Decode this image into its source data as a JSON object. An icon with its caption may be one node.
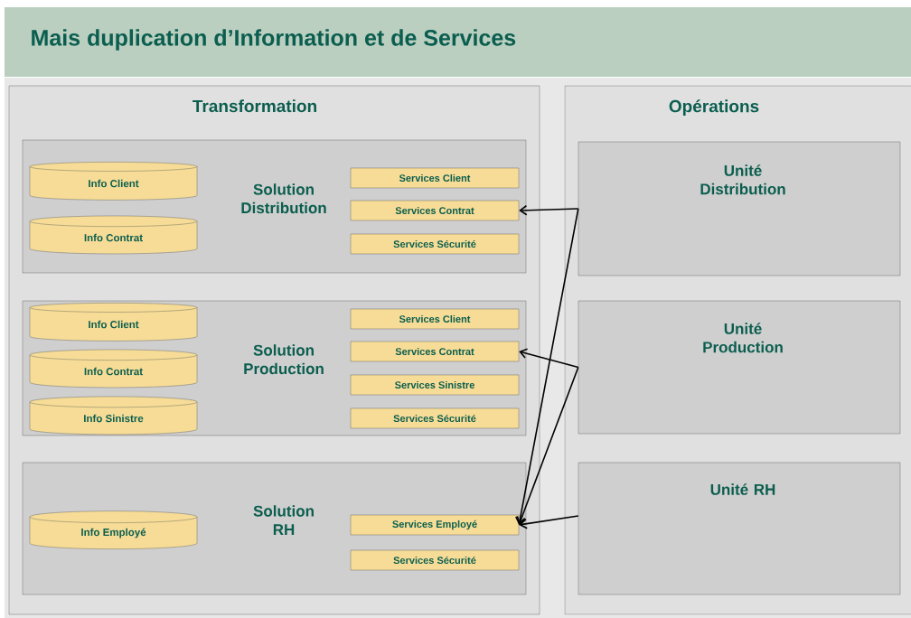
{
  "diagram": {
    "title": "Mais duplication d’Information et de Services",
    "nodes": [
      {
        "text": [
          "Transformation"
        ]
      },
      {
        "text": [
          "Solution Distribution"
        ],
        "in": 0
      },
      {
        "text": [
          "Info Client"
        ],
        "in": 1
      },
      {
        "text": [
          "Info Contrat"
        ],
        "in": 1
      },
      {
        "text": [
          "Services Client"
        ],
        "in": 1
      },
      {
        "text": [
          "Services Contrat"
        ],
        "in": 1
      },
      {
        "text": [
          "Services Sécurité"
        ],
        "in": 1
      },
      {
        "text": [
          "Solution Production"
        ],
        "in": 0
      },
      {
        "text": [
          "Info Client"
        ],
        "in": 7
      },
      {
        "text": [
          "Info Contrat"
        ],
        "in": 7
      },
      {
        "text": [
          "Info Sinistre"
        ],
        "in": 7
      },
      {
        "text": [
          "Services Client"
        ],
        "in": 7
      },
      {
        "text": [
          "Services Contrat"
        ],
        "in": 7
      },
      {
        "text": [
          "Services Sinistre"
        ],
        "in": 7
      },
      {
        "text": [
          "Services Sécurité"
        ],
        "in": 7
      },
      {
        "text": [
          "Solution RH"
        ],
        "in": 0
      },
      {
        "text": [
          "Info Employé"
        ],
        "in": 15
      },
      {
        "text": [
          "Services Employé"
        ],
        "in": 15
      },
      {
        "text": [
          "Services Sécurité"
        ],
        "in": 15
      },
      {
        "text": [
          "Opérations"
        ]
      },
      {
        "text": [
          "Unité Distribution"
        ],
        "in": 19
      },
      {
        "text": [
          "Unité Production"
        ],
        "in": 19
      },
      {
        "text": [
          "Unité RH"
        ],
        "in": 19
      }
    ],
    "edges": [
      {
        "from": 20,
        "to": 5,
        "arrow": "to"
      },
      {
        "from": 20,
        "to": 17,
        "arrow": "to"
      },
      {
        "from": 21,
        "to": 12,
        "arrow": "to"
      },
      {
        "from": 21,
        "to": 17,
        "arrow": "to"
      },
      {
        "from": 22,
        "to": 17,
        "arrow": "to"
      }
    ]
  }
}
